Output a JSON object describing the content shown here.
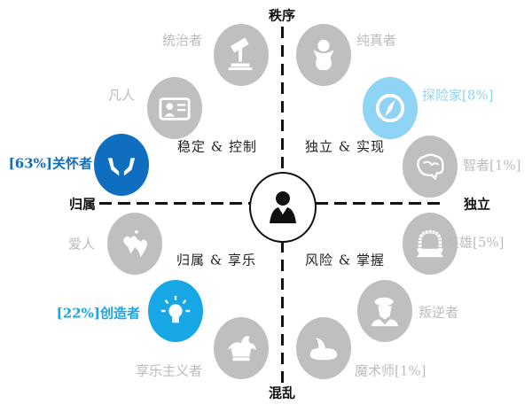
{
  "axes": {
    "top": "秩序",
    "bottom": "混乱",
    "left": "归属",
    "right": "独立"
  },
  "quadrants": {
    "top_left": "稳定 & 控制",
    "top_right": "独立 & 实现",
    "bottom_left": "归属 & 享乐",
    "bottom_right": "风险 & 掌握"
  },
  "archetypes": [
    {
      "name": "统治者",
      "percent": "",
      "icon": "gavel-icon",
      "color": "#bfbfbf"
    },
    {
      "name": "纯真者",
      "percent": "",
      "icon": "baby-icon",
      "color": "#bfbfbf"
    },
    {
      "name": "凡人",
      "percent": "",
      "icon": "id-card-icon",
      "color": "#bfbfbf"
    },
    {
      "name": "探险家",
      "percent": "[8%]",
      "icon": "compass-icon",
      "color": "#8fd4f4"
    },
    {
      "name": "关怀者",
      "percent": "[63%]",
      "icon": "caring-hands-icon",
      "color": "#0f6ebf"
    },
    {
      "name": "智者",
      "percent": "[1%]",
      "icon": "brain-icon",
      "color": "#bfbfbf"
    },
    {
      "name": "爱人",
      "percent": "",
      "icon": "hearts-icon",
      "color": "#bfbfbf"
    },
    {
      "name": "英雄",
      "percent": "[5%]",
      "icon": "badge-icon",
      "color": "#bfbfbf"
    },
    {
      "name": "创造者",
      "percent": "[22%]",
      "icon": "lightbulb-icon",
      "color": "#17a7e6"
    },
    {
      "name": "叛逆者",
      "percent": "",
      "icon": "rebel-icon",
      "color": "#bfbfbf"
    },
    {
      "name": "享乐主义者",
      "percent": "",
      "icon": "jester-hat-icon",
      "color": "#bfbfbf"
    },
    {
      "name": "魔术师",
      "percent": "[1%]",
      "icon": "wizard-hat-icon",
      "color": "#bfbfbf"
    }
  ],
  "center_icon": "user-icon"
}
